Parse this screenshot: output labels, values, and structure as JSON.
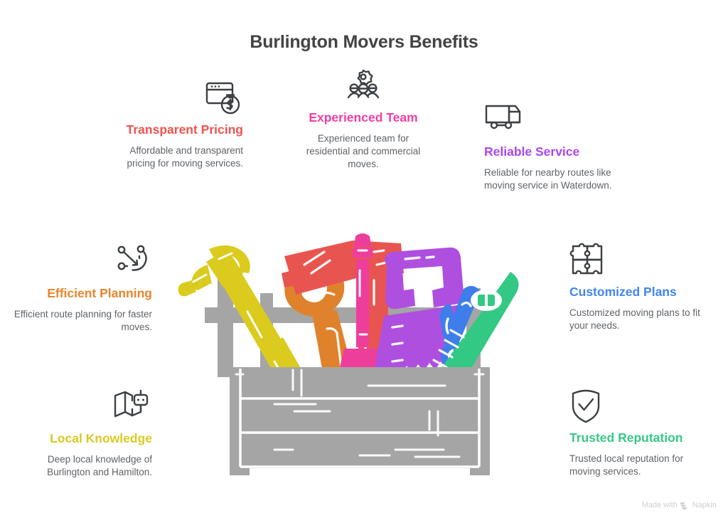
{
  "header": {
    "title": "Burlington Movers Benefits"
  },
  "benefits": [
    {
      "id": "transparent-pricing",
      "title": "Transparent Pricing",
      "description": "Affordable and transparent pricing for moving services.",
      "color": "#EF5350",
      "icon": "browser-money-bag-icon",
      "align": "right"
    },
    {
      "id": "experienced-team",
      "title": "Experienced Team",
      "description": "Experienced team for residential and commercial moves.",
      "color": "#F03EA8",
      "icon": "team-people-icon",
      "align": "center"
    },
    {
      "id": "reliable-service",
      "title": "Reliable Service",
      "description": "Reliable for nearby routes like moving service in Waterdown.",
      "color": "#AB47F2",
      "icon": "delivery-truck-icon",
      "align": "left"
    },
    {
      "id": "efficient-planning",
      "title": "Efficient Planning",
      "description": "Efficient route planning for faster moves.",
      "color": "#E8852B",
      "icon": "route-network-icon",
      "align": "right"
    },
    {
      "id": "local-knowledge",
      "title": "Local Knowledge",
      "description": "Deep local knowledge of Burlington and Hamilton.",
      "color": "#DBC922",
      "icon": "map-robot-icon",
      "align": "right"
    },
    {
      "id": "customized-plans",
      "title": "Customized Plans",
      "description": "Customized moving plans to fit your needs.",
      "color": "#4285F4",
      "icon": "puzzle-piece-icon",
      "align": "left"
    },
    {
      "id": "trusted-reputation",
      "title": "Trusted Reputation",
      "description": "Trusted local reputation for moving services.",
      "color": "#36C987",
      "icon": "shield-check-icon",
      "align": "left"
    }
  ],
  "illustration": {
    "name": "toolbox-with-tools",
    "crate_color": "#A5A5A5",
    "tools": [
      {
        "name": "hammer",
        "color": "#DBCB1E"
      },
      {
        "name": "wrench",
        "color": "#E0822B"
      },
      {
        "name": "mallet",
        "color": "#E85550"
      },
      {
        "name": "brush",
        "color": "#ED3E9B"
      },
      {
        "name": "handsaw",
        "color": "#AE4FE0"
      },
      {
        "name": "pliers",
        "color": "#3D7EEA"
      },
      {
        "name": "level",
        "color": "#33C984"
      }
    ]
  },
  "watermark": {
    "prefix": "Made with",
    "brand": "Napkin"
  }
}
